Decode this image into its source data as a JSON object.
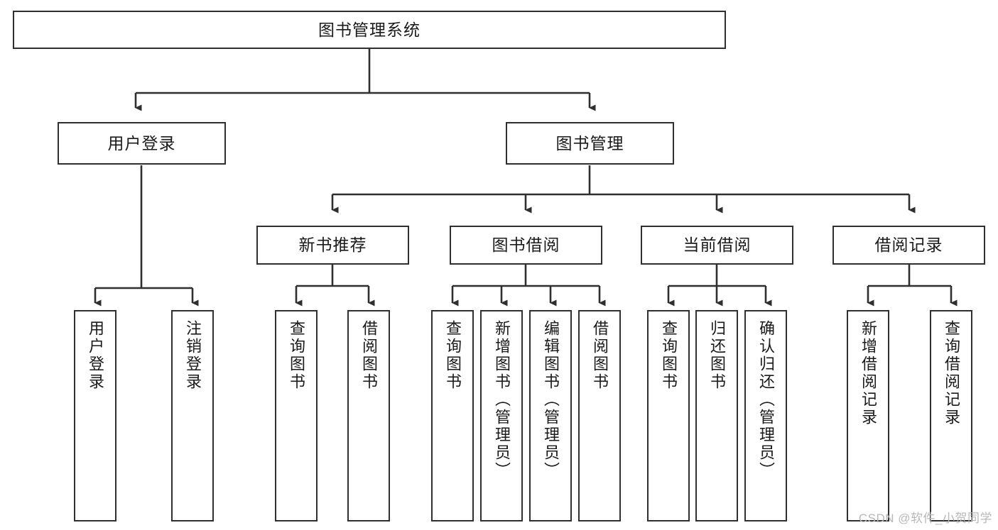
{
  "diagram": {
    "title": "图书管理系统",
    "type": "hierarchy-tree",
    "watermark": "CSDN @软件_小贺同学",
    "colors": {
      "background": "#ffffff",
      "box_border": "#2f2f2f",
      "box_fill": "#ffffff",
      "connector": "#2f2f2f",
      "text": "#1a1a1a",
      "watermark": "#b8b8b8"
    },
    "nodes": {
      "root": {
        "label": "图书管理系统"
      },
      "level2": [
        {
          "label": "用户登录"
        },
        {
          "label": "图书管理"
        }
      ],
      "level3": [
        {
          "label": "新书推荐"
        },
        {
          "label": "图书借阅"
        },
        {
          "label": "当前借阅"
        },
        {
          "label": "借阅记录"
        }
      ],
      "leaves": {
        "user_login": [
          {
            "label": "用户登录"
          },
          {
            "label": "注销登录"
          }
        ],
        "new_book": [
          {
            "label": "查询图书"
          },
          {
            "label": "借阅图书"
          }
        ],
        "borrow_book": [
          {
            "label": "查询图书"
          },
          {
            "label": "新增图书（管理员）"
          },
          {
            "label": "编辑图书（管理员）"
          },
          {
            "label": "借阅图书"
          }
        ],
        "current_borrow": [
          {
            "label": "查询图书"
          },
          {
            "label": "归还图书"
          },
          {
            "label": "确认归还（管理员）"
          }
        ],
        "borrow_record": [
          {
            "label": "新增借阅记录"
          },
          {
            "label": "查询借阅记录"
          }
        ]
      }
    }
  }
}
